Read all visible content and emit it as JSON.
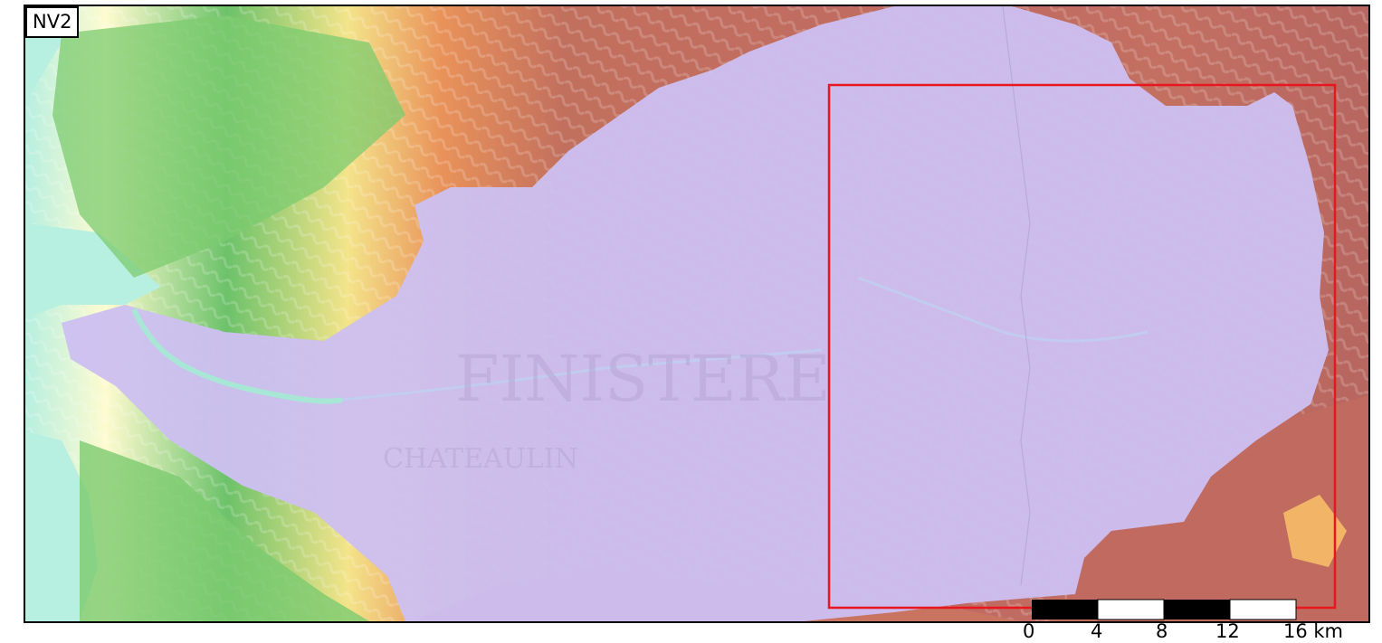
{
  "panel": {
    "label": "NV2"
  },
  "basemap": {
    "place_labels": [
      "FINISTERE",
      "CHATEAULIN"
    ]
  },
  "colors": {
    "basin_fill": "#cdbff0",
    "frame_stroke": "#e8161f",
    "elevation_low": "#b7efe0",
    "elevation_mid_low": "#6cc26a",
    "elevation_mid": "#f4e48a",
    "elevation_high": "#e9925a",
    "elevation_top": "#bf6d63"
  },
  "scale_bar": {
    "ticks": [
      "0",
      "4",
      "8",
      "12",
      "16 km"
    ],
    "unit": "km"
  }
}
